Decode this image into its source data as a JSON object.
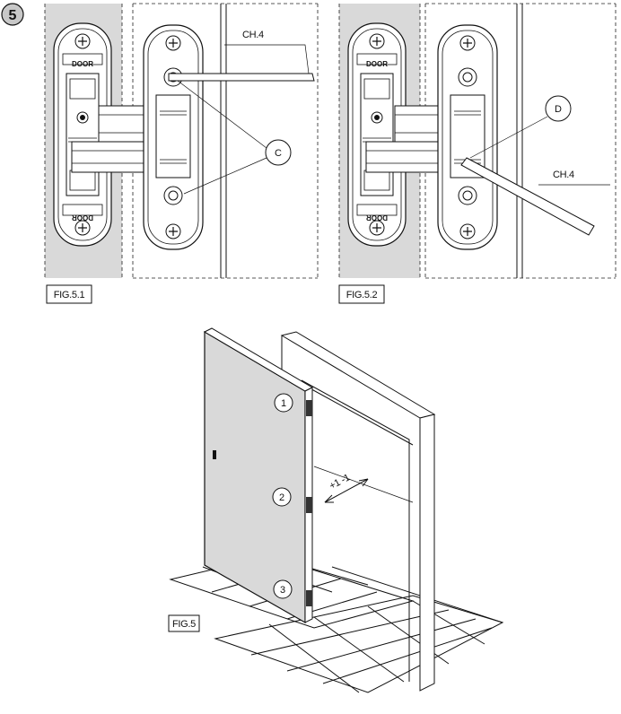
{
  "step_badge": "5",
  "fig_5_1": {
    "caption": "FIG.5.1",
    "tool_label": "CH.4",
    "callout": "C",
    "door_label_top": "DOOR",
    "door_label_bottom": "DOOR"
  },
  "fig_5_2": {
    "caption": "FIG.5.2",
    "tool_label": "CH.4",
    "callout": "D",
    "door_label_top": "DOOR",
    "door_label_bottom": "DOOR"
  },
  "fig_5": {
    "caption": "FIG.5",
    "hinge_numbers": [
      "1",
      "2",
      "3"
    ],
    "adjust_label": "+1 -1"
  },
  "colors": {
    "door_panel": "#d9d9d9",
    "line": "#111111",
    "badge": "#c8c8c8"
  }
}
